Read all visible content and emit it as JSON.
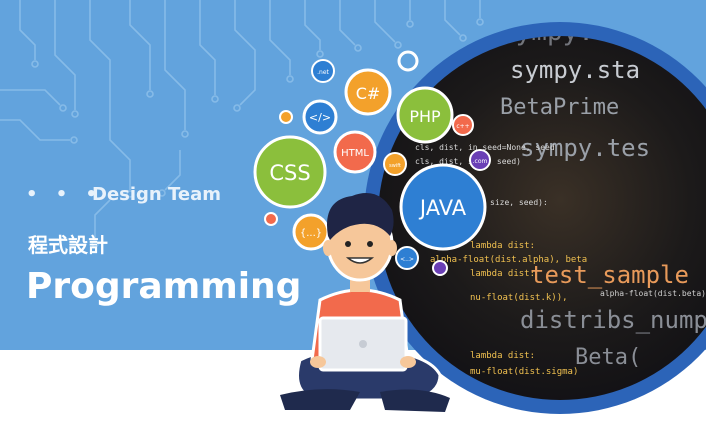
{
  "hero": {
    "tagline": "Design Team",
    "dots": "• • •",
    "title_cn": "程式設計",
    "title_en": "Programming"
  },
  "bubbles": {
    "css": "CSS",
    "java": "JAVA",
    "php": "PHP",
    "csharp": "C#",
    "html": "HTML",
    "code_tag": "</>",
    "braces": "{...}",
    "net": ".net",
    "com": ".com",
    "swift": "swift",
    "c_small": "c++",
    "arrows": "<..>"
  },
  "code_screen": {
    "lines": [
      "sympy.sta",
      "BetaPrime",
      "sympy.tes",
      "cls, dist, in_seed=None, seed",
      "cls, dist, size, seed)",
      "size, seed):",
      "lambda dist:",
      "alpha-float(dist.alpha), beta",
      "lambda dist:",
      "test_sample",
      "nu-float(dist.k)),",
      "distribs_nump",
      "alpha-float(dist.beta))",
      "lambda dist:",
      "Beta(",
      "mu-float(dist.sigma)"
    ]
  },
  "colors": {
    "bg_blue": "#62a3dd",
    "ring_blue": "#2c64b8",
    "shirt": "#f26a4c",
    "css": "#8bbf3c",
    "java": "#2e7fd3",
    "php": "#8bbf3c",
    "csharp": "#f3a12b",
    "html": "#f26a4c"
  }
}
